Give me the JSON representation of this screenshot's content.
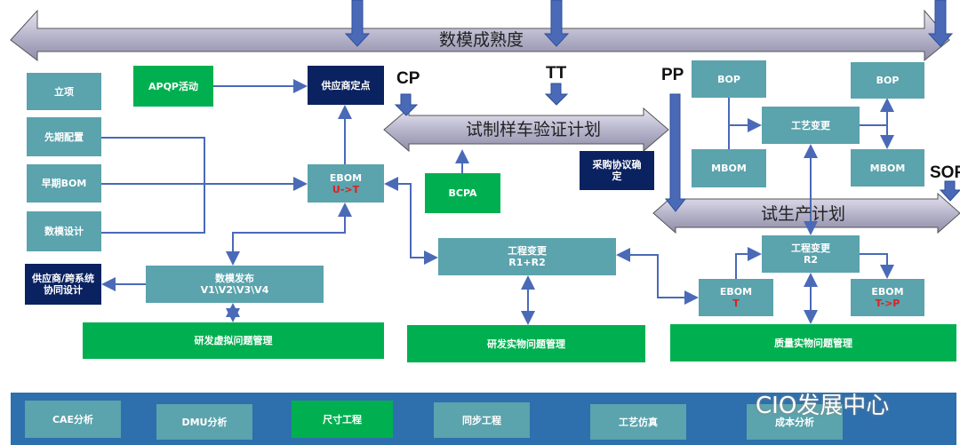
{
  "colors": {
    "teal": "#5ba3ad",
    "green": "#00b050",
    "navy": "#0b2260",
    "connector": "#4a6ab8",
    "band": "#2e6fad"
  },
  "timeline": {
    "main": "数模成熟度",
    "prototype": "试制样车验证计划",
    "trial_production": "试生产计划"
  },
  "milestones": {
    "cp": "CP",
    "tt": "TT",
    "pp": "PP",
    "sop": "SOP"
  },
  "left_column": [
    "立项",
    "先期配置",
    "早期BOM",
    "数模设计"
  ],
  "nodes": {
    "apqp": "APQP活动",
    "supplier_fix": "供应商定点",
    "ebom_ut": {
      "title": "EBOM",
      "sub": "U->T"
    },
    "bcpa": "BCPA",
    "purchase": "采购协议确定",
    "bop1": "BOP",
    "bop2": "BOP",
    "process_change": "工艺变更",
    "mbom1": "MBOM",
    "mbom2": "MBOM",
    "ec_r1r2": {
      "title": "工程变更",
      "sub": "R1+R2"
    },
    "ec_r2": {
      "title": "工程变更",
      "sub": "R2"
    },
    "ebom_t": {
      "title": "EBOM",
      "sub": "T"
    },
    "ebom_tp": {
      "title": "EBOM",
      "sub": "T->P"
    },
    "data_release": {
      "title": "数模发布",
      "sub": "V1\\V2\\V3\\V4"
    },
    "supplier_collab": "供应商/跨系统协同设计",
    "virtual_issue": "研发虚拟问题管理",
    "physical_issue": "研发实物问题管理",
    "quality_issue": "质量实物问题管理"
  },
  "bottom_band": [
    "CAE分析",
    "DMU分析",
    "尺寸工程",
    "同步工程",
    "工艺仿真",
    "成本分析"
  ],
  "watermark": "CIO发展中心"
}
